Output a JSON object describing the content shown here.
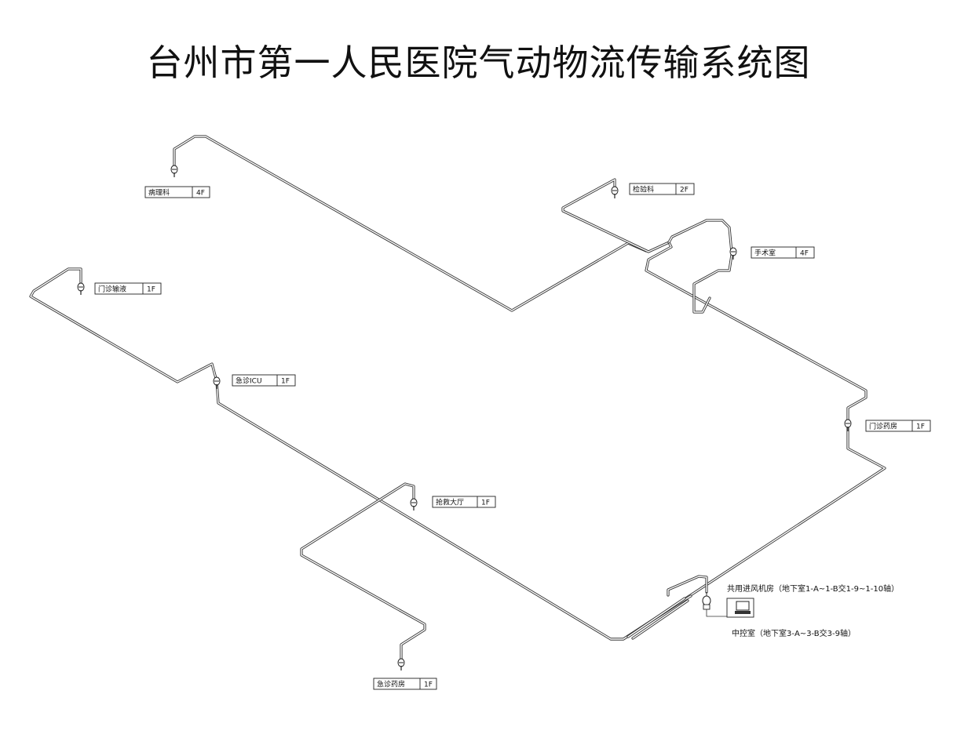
{
  "title": "台州市第一人民医院气动物流传输系统图",
  "stations": [
    {
      "name": "病理科",
      "floor": "4F"
    },
    {
      "name": "检验科",
      "floor": "2F"
    },
    {
      "name": "手术室",
      "floor": "4F"
    },
    {
      "name": "门诊输液",
      "floor": "1F"
    },
    {
      "name": "急诊ICU",
      "floor": "1F"
    },
    {
      "name": "门诊药房",
      "floor": "1F"
    },
    {
      "name": "抢救大厅",
      "floor": "1F"
    },
    {
      "name": "急诊药房",
      "floor": "1F"
    }
  ],
  "notes": {
    "air_intake": "共用进风机房（地下室1-A~1-B交1-9~1-10轴）",
    "control_room": "中控室（地下室3-A~3-B交3-9轴）"
  }
}
